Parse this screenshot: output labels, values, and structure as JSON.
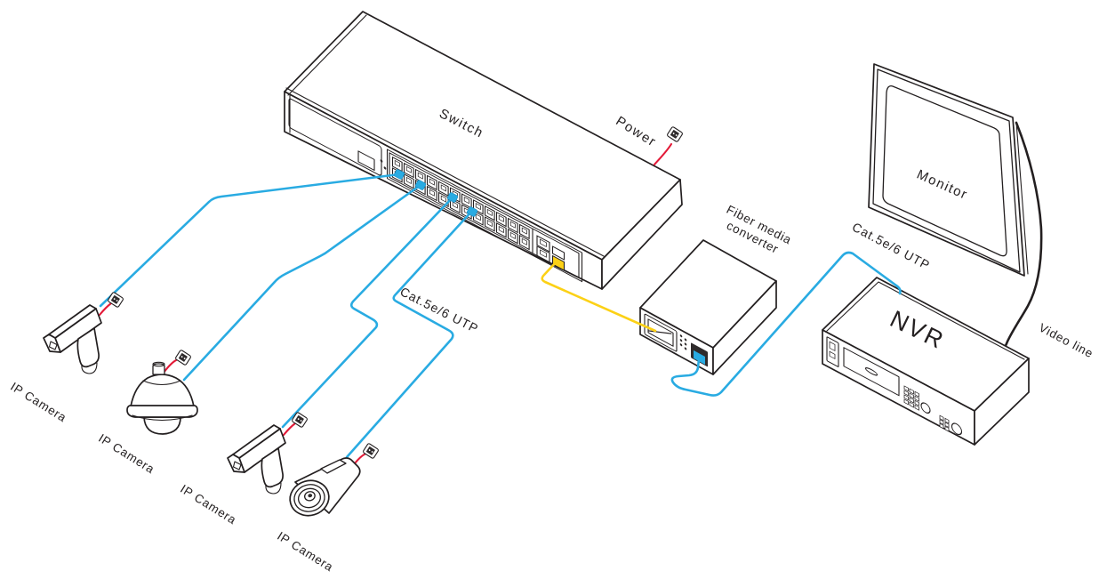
{
  "labels": {
    "switch": "Switch",
    "power": "Power",
    "fiber_converter_line1": "Fiber media",
    "fiber_converter_line2": "converter",
    "utp_label_switch_side": "Cat.5e/6 UTP",
    "utp_label_nvr_side": "Cat.5e/6 UTP",
    "monitor": "Monitor",
    "nvr": "NVR",
    "video_line": "Video line",
    "ip_cameras": [
      "IP Camera",
      "IP Camera",
      "IP Camera",
      "IP Camera"
    ]
  },
  "colors": {
    "utp_cable": "#29abe2",
    "fiber_cable": "#fcd116",
    "power_cable": "#e31937",
    "video_cable": "#231f20",
    "line_art": "#231f20",
    "background": "#ffffff",
    "port_connector": "#29abe2",
    "sfp_slot": "#fcd116"
  }
}
